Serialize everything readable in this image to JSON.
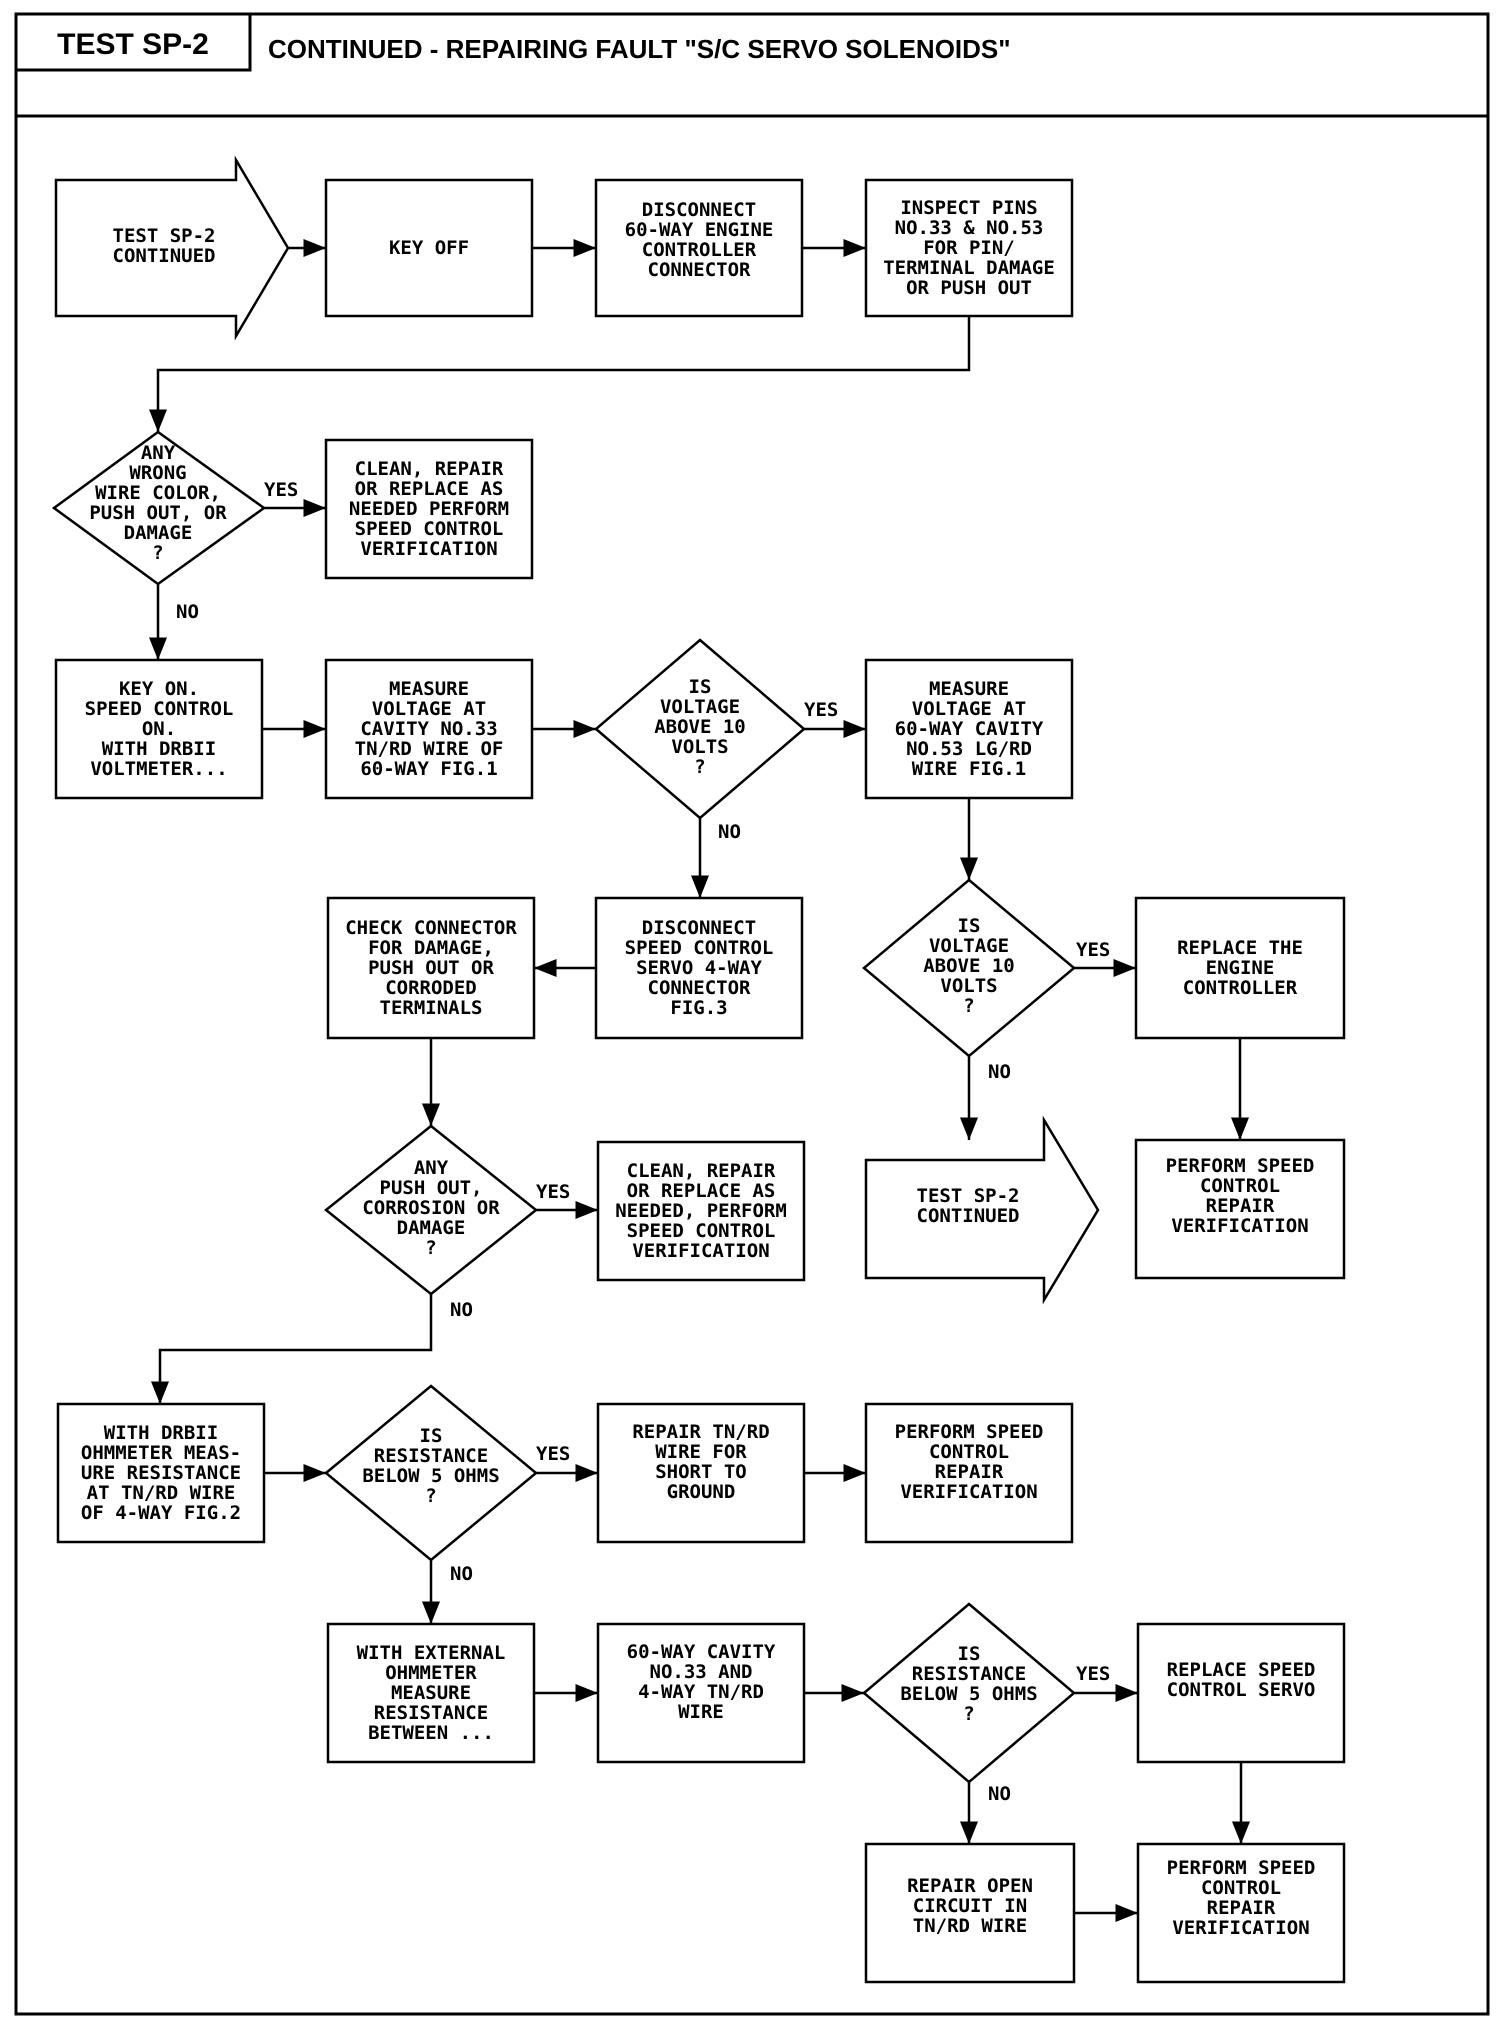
{
  "header": {
    "test_id": "TEST SP-2",
    "title": "CONTINUED - REPAIRING FAULT \"S/C SERVO SOLENOIDS\""
  },
  "nodes": {
    "start": [
      "TEST SP-2",
      "CONTINUED"
    ],
    "key_off": [
      "KEY OFF"
    ],
    "disconnect_60way": [
      "DISCONNECT",
      "60-WAY ENGINE",
      "CONTROLLER",
      "CONNECTOR"
    ],
    "inspect_pins": [
      "INSPECT PINS",
      "NO.33 & NO.53",
      "FOR PIN/",
      "TERMINAL DAMAGE",
      "OR PUSH OUT"
    ],
    "q_wrong_wire": [
      "ANY",
      "WRONG",
      "WIRE COLOR,",
      "PUSH OUT, OR",
      "DAMAGE",
      "?"
    ],
    "clean_repair_1": [
      "CLEAN, REPAIR",
      "OR REPLACE AS",
      "NEEDED PERFORM",
      "SPEED CONTROL",
      "VERIFICATION"
    ],
    "key_on": [
      "KEY ON.",
      "SPEED CONTROL",
      "ON.",
      "WITH DRBII",
      "VOLTMETER..."
    ],
    "measure_33": [
      "MEASURE",
      "VOLTAGE AT",
      "CAVITY NO.33",
      "TN/RD WIRE OF",
      "60-WAY FIG.1"
    ],
    "q_voltage_1": [
      "IS",
      "VOLTAGE",
      "ABOVE 10",
      "VOLTS",
      "?"
    ],
    "measure_53": [
      "MEASURE",
      "VOLTAGE AT",
      "60-WAY CAVITY",
      "NO.53 LG/RD",
      "WIRE FIG.1"
    ],
    "check_connector": [
      "CHECK CONNECTOR",
      "FOR DAMAGE,",
      "PUSH OUT OR",
      "CORRODED",
      "TERMINALS"
    ],
    "disconnect_servo": [
      "DISCONNECT",
      "SPEED CONTROL",
      "SERVO 4-WAY",
      "CONNECTOR",
      "FIG.3"
    ],
    "q_voltage_2": [
      "IS",
      "VOLTAGE",
      "ABOVE 10",
      "VOLTS",
      "?"
    ],
    "replace_controller": [
      "REPLACE THE",
      "ENGINE",
      "CONTROLLER"
    ],
    "q_push_out": [
      "ANY",
      "PUSH OUT,",
      "CORROSION OR",
      "DAMAGE",
      "?"
    ],
    "clean_repair_2": [
      "CLEAN, REPAIR",
      "OR REPLACE AS",
      "NEEDED, PERFORM",
      "SPEED CONTROL",
      "VERIFICATION"
    ],
    "test_cont_2": [
      "TEST SP-2",
      "CONTINUED"
    ],
    "verify_1": [
      "PERFORM SPEED",
      "CONTROL",
      "REPAIR",
      "VERIFICATION"
    ],
    "ohmmeter_drb": [
      "WITH DRBII",
      "OHMMETER MEAS-",
      "URE RESISTANCE",
      "AT TN/RD WIRE",
      "OF 4-WAY FIG.2"
    ],
    "q_resist_1": [
      "IS",
      "RESISTANCE",
      "BELOW 5 OHMS",
      "?"
    ],
    "repair_short": [
      "REPAIR TN/RD",
      "WIRE FOR",
      "SHORT TO",
      "GROUND"
    ],
    "verify_2": [
      "PERFORM SPEED",
      "CONTROL",
      "REPAIR",
      "VERIFICATION"
    ],
    "ext_ohmmeter": [
      "WITH EXTERNAL",
      "OHMMETER",
      "MEASURE",
      "RESISTANCE",
      "BETWEEN ..."
    ],
    "cavity_33": [
      "60-WAY CAVITY",
      "NO.33 AND",
      "4-WAY TN/RD",
      "WIRE"
    ],
    "q_resist_2": [
      "IS",
      "RESISTANCE",
      "BELOW 5 OHMS",
      "?"
    ],
    "replace_servo": [
      "REPLACE SPEED",
      "CONTROL SERVO"
    ],
    "repair_open": [
      "REPAIR OPEN",
      "CIRCUIT IN",
      "TN/RD WIRE"
    ],
    "verify_3": [
      "PERFORM SPEED",
      "CONTROL",
      "REPAIR",
      "VERIFICATION"
    ]
  },
  "labels": {
    "yes": "YES",
    "no": "NO"
  }
}
